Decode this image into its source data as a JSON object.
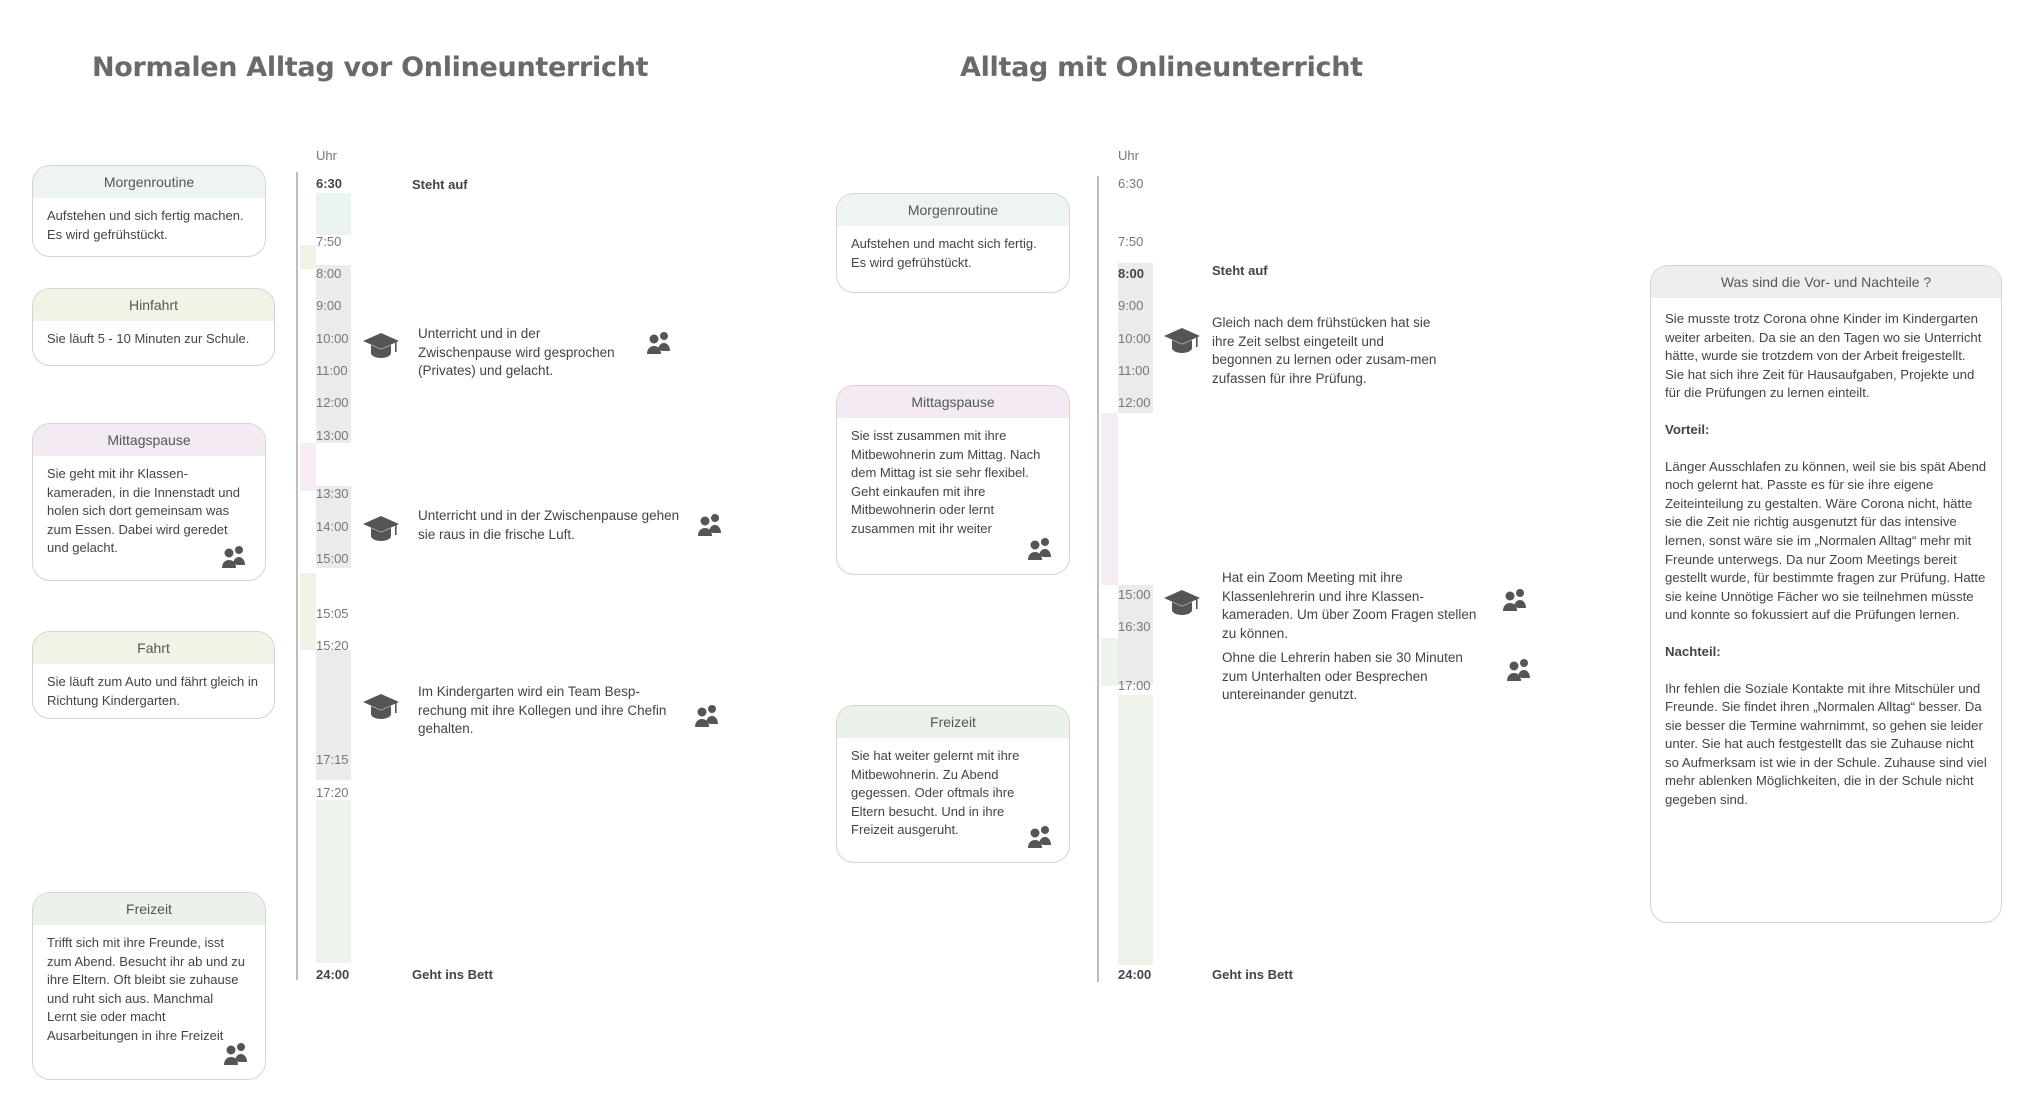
{
  "left": {
    "title": "Normalen Alltag vor Onlineunterricht",
    "axis_label": "Uhr",
    "cards": [
      {
        "title": "Morgenroutine",
        "text": "Aufstehen und sich fertig machen. Es wird gefrühstückt."
      },
      {
        "title": "Hinfahrt",
        "text": "Sie läuft 5 - 10 Minuten zur Schule."
      },
      {
        "title": "Mittagspause",
        "text": "Sie geht mit ihr Klassen-kameraden, in die Innenstadt und holen sich dort gemeinsam was zum Essen. Dabei wird geredet und gelacht."
      },
      {
        "title": "Fahrt",
        "text": "Sie läuft zum Auto und fährt gleich in Richtung Kindergarten."
      },
      {
        "title": "Freizeit",
        "text": "Trifft sich mit ihre Freunde, isst zum Abend. Besucht ihr ab und zu ihre Eltern. Oft bleibt sie zuhause und ruht sich aus. Manchmal Lernt sie oder macht Ausarbeitungen in ihre Freizeit"
      }
    ],
    "times": [
      "6:30",
      "7:50",
      "8:00",
      "9:00",
      "10:00",
      "11:00",
      "12:00",
      "13:00",
      "13:30",
      "14:00",
      "15:00",
      "15:05",
      "15:20",
      "17:15",
      "17:20",
      "24:00"
    ],
    "events": {
      "start": "Steht auf",
      "end": "Geht ins Bett"
    },
    "descriptions": [
      "Unterricht und in der Zwischenpause wird gesprochen (Privates) und gelacht.",
      "Unterricht und in der Zwischenpause gehen sie raus in die frische Luft.",
      "Im Kindergarten wird ein Team Besp-rechung mit ihre Kollegen und ihre Chefin gehalten."
    ]
  },
  "right": {
    "title": "Alltag mit Onlineunterricht",
    "axis_label": "Uhr",
    "cards": [
      {
        "title": "Morgenroutine",
        "text": "Aufstehen und macht sich fertig. Es wird gefrühstückt."
      },
      {
        "title": "Mittagspause",
        "text": "Sie isst zusammen mit ihre Mitbewohnerin zum Mittag. Nach dem Mittag ist sie sehr flexibel. Geht einkaufen mit ihre Mitbewohnerin oder lernt zusammen mit ihr weiter"
      },
      {
        "title": "Freizeit",
        "text": "Sie hat weiter gelernt mit ihre Mitbewohnerin. Zu Abend gegessen. Oder oftmals ihre Eltern besucht. Und in ihre Freizeit ausgeruht."
      }
    ],
    "times": [
      "6:30",
      "7:50",
      "8:00",
      "9:00",
      "10:00",
      "11:00",
      "12:00",
      "15:00",
      "16:30",
      "17:00",
      "24:00"
    ],
    "events": {
      "start": "Steht auf",
      "end": "Geht ins Bett"
    },
    "descriptions": [
      "Gleich nach dem frühstücken hat sie ihre Zeit selbst eingeteilt und begonnen zu lernen oder zusam-men zufassen für ihre Prüfung.",
      "Hat ein Zoom Meeting mit ihre Klassenlehrerin und ihre Klassen-kameraden. Um über Zoom Fragen stellen zu können.",
      "Ohne die Lehrerin haben sie 30 Minuten zum Unterhalten oder Besprechen untereinander genutzt."
    ]
  },
  "summary": {
    "title": "Was sind die Vor- und Nachteile ?",
    "intro": "Sie musste trotz Corona ohne Kinder im Kindergarten weiter arbeiten. Da sie an den Tagen wo sie Unterricht hätte, wurde sie trotzdem von der Arbeit freigestellt. Sie hat sich ihre Zeit für Hausaufgaben, Projekte und für die Prüfungen zu lernen einteilt.",
    "pro_heading": "Vorteil:",
    "pro_text": "Länger Ausschlafen zu können, weil sie bis spät Abend noch gelernt hat. Passte es für sie ihre eigene Zeiteinteilung zu gestalten. Wäre Corona nicht, hätte sie die Zeit nie richtig ausgenutzt für das intensive lernen, sonst wäre sie im „Normalen Alltag“ mehr mit Freunde unterwegs. Da nur Zoom Meetings bereit gestellt wurde, für bestimmte fragen zur Prüfung. Hatte sie keine Unnötige Fächer wo sie teilnehmen müsste und konnte so fokussiert auf die Prüfungen lernen.",
    "con_heading": "Nachteil:",
    "con_text": "Ihr fehlen die Soziale Kontakte mit ihre Mitschüler und Freunde. Sie findet ihren „Normalen Alltag“ besser. Da sie besser die Termine wahrnimmt, so gehen sie leider unter. Sie hat auch festgestellt das sie Zuhause nicht so Aufmerksam ist wie in der Schule. Zuhause sind viel mehr ablenken Möglichkeiten, die in der Schule nicht gegeben sind."
  },
  "icons": {
    "school": "graduation-cap-icon",
    "social": "people-icon"
  },
  "colors": {
    "mint": "#e9f3ef",
    "beige": "#f3f2e6",
    "grey": "#ebebeb",
    "lilac": "#f5ecf5",
    "green": "#eef4ec"
  }
}
